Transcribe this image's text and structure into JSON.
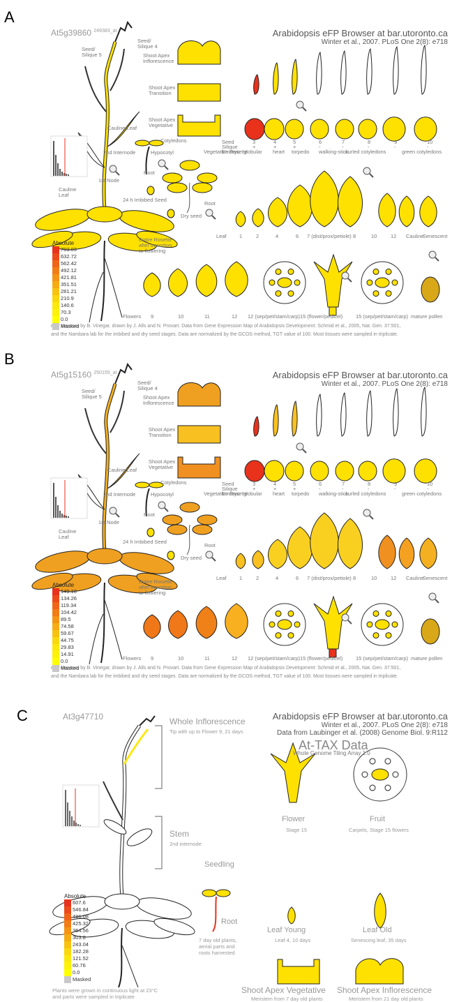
{
  "panels": [
    {
      "letter": "A",
      "gene": "At5g39860",
      "probe": "249383_at",
      "header_title": "Arabidopsis eFP Browser at bar.utoronto.ca",
      "header_cite": "Winter et al., 2007. PLoS One 2(8): e718",
      "legend_title": "Absolute",
      "legend_values": [
        "703.03",
        "632.72",
        "562.42",
        "492.12",
        "421.81",
        "351.51",
        "281.21",
        "210.9",
        "140.6",
        "70.3",
        "0.0"
      ],
      "legend_masked": "Masked"
    },
    {
      "letter": "B",
      "gene": "At5g15160",
      "probe": "250155_at",
      "header_title": "Arabidopsis eFP Browser at bar.utoronto.ca",
      "header_cite": "Winter et al., 2007. PLoS One 2(8): e718",
      "legend_title": "Absolute",
      "legend_values": [
        "149.18",
        "134.26",
        "119.34",
        "104.42",
        "89.5",
        "74.58",
        "59.67",
        "44.75",
        "29.83",
        "14.91",
        "0.0"
      ],
      "legend_masked": "Masked"
    }
  ],
  "shared_labels": {
    "seed_silique5": "Seed/\nSilique 5",
    "seed_silique4": "Seed/\nSilique 4",
    "shoot_apex_inflorescence": "Shoot Apex\nInflorescence",
    "shoot_apex_transition": "Shoot Apex\nTransition",
    "shoot_apex_vegetative": "Shoot Apex\nVegetative",
    "cauline_leaf": "Cauline Leaf",
    "second_internode": "2nd Internode",
    "cotyledons": "Cotyledons",
    "hypocotyl": "Hypocotyl",
    "root": "Root",
    "first_node": "1st Node",
    "cauline_leaf_stack": "Cauline\nLeaf",
    "vegetative_rosette": "Vegetative Rosette",
    "imbibed_seed": "24 h Imbibed Seed",
    "dry_seed": "Dry seed",
    "entire_rosette": "Entire Rosette\nafter transition\nto flowering",
    "seed_row": "Seed",
    "silique_row": "Silique",
    "embryo_row": "Embryo",
    "seed_nums": [
      "3",
      "4",
      "5",
      "6",
      "7",
      "8",
      "9",
      "10"
    ],
    "silique_marks": [
      "+",
      "+",
      "+",
      "-",
      "-",
      "-",
      "-",
      "-"
    ],
    "embryo_stages": [
      "globular",
      "heart",
      "torpedo",
      "walking-stick",
      "curled cotyledons",
      "green cotyledons"
    ],
    "leaf_row": "Leaf",
    "leaf_nums": [
      "1",
      "2",
      "4",
      "6",
      "7 (dist/prox/petiole)",
      "8",
      "10",
      "12",
      "Cauline",
      "Senescent"
    ],
    "flowers_row": "Flowers",
    "flower_nums": [
      "9",
      "10",
      "11",
      "12",
      "12 (sep/pet/stam/carp)",
      "15 (flower/pedicel)",
      "15 (sep/pet/stam/carp)",
      "mature pollen"
    ],
    "caption_line1": "eFP Browser by B. Vinegar, drawn by J. Alls and N. Provart. Data from Gene Expression Map of Arabidopsis Development: Schmid et al., 2005, Nat. Gen. 37:501,",
    "caption_line2": "and the Nambara lab for the imbibed and dry seed stages. Data are normalized by the GCOS method, TGT value of 100. Most tissues were sampled in triplicate."
  },
  "panel_c": {
    "letter": "C",
    "gene": "At3g47710",
    "header_title": "Arabidopsis eFP Browser at bar.utoronto.ca",
    "header_cite": "Winter et al., 2007. PLoS One 2(8): e718",
    "header_data": "Data from Laubinger et al. (2008) Genome Biol. 9:R112",
    "whole_inflorescence": "Whole Inflorescence",
    "whole_inflorescence_sub": "Tip with up to Flower 9, 21 days",
    "stem": "Stem",
    "stem_sub": "2nd internode",
    "seedling": "Seedling",
    "root": "Root",
    "seedling_note": "7 day old plants,\naerial parts and\nroots harvested",
    "attax_title": "At-TAX Data",
    "attax_sub": "Whole Genome Tiling Array 1.0",
    "flower": "Flower",
    "flower_sub": "Stage 15",
    "fruit": "Fruit",
    "fruit_sub": "Carpels, Stage 15 flowers",
    "leaf_young": "Leaf Young",
    "leaf_young_sub": "Leaf 4, 10 days",
    "leaf_old": "Leaf Old",
    "leaf_old_sub": "Senescing leaf, 35 days",
    "sav": "Shoot Apex Vegetative",
    "sav_sub": "Meristem from 7 day old plants",
    "sai": "Shoot Apex Inflorescence",
    "sai_sub": "Meristem from 21 day old plants",
    "footnote": "Plants were grown in continuous light at 23°C\nand parts were sampled in triplicate",
    "legend_title": "Absolute",
    "legend_values": [
      "607.6",
      "546.84",
      "486.08",
      "425.32",
      "364.56",
      "303.8",
      "243.04",
      "182.28",
      "121.52",
      "60.76",
      "0.0"
    ],
    "legend_masked": "Masked"
  },
  "colors": {
    "scale": [
      "#e8321c",
      "#ec4a1a",
      "#f06418",
      "#f27c16",
      "#f49414",
      "#f6ac12",
      "#f8c210",
      "#fad80e",
      "#fce80c",
      "#fef20a",
      "#ffff00"
    ],
    "masked": "#c8c8c8",
    "yellow": "#ffe100",
    "orange": "#f0a020",
    "red": "#e8321c"
  }
}
